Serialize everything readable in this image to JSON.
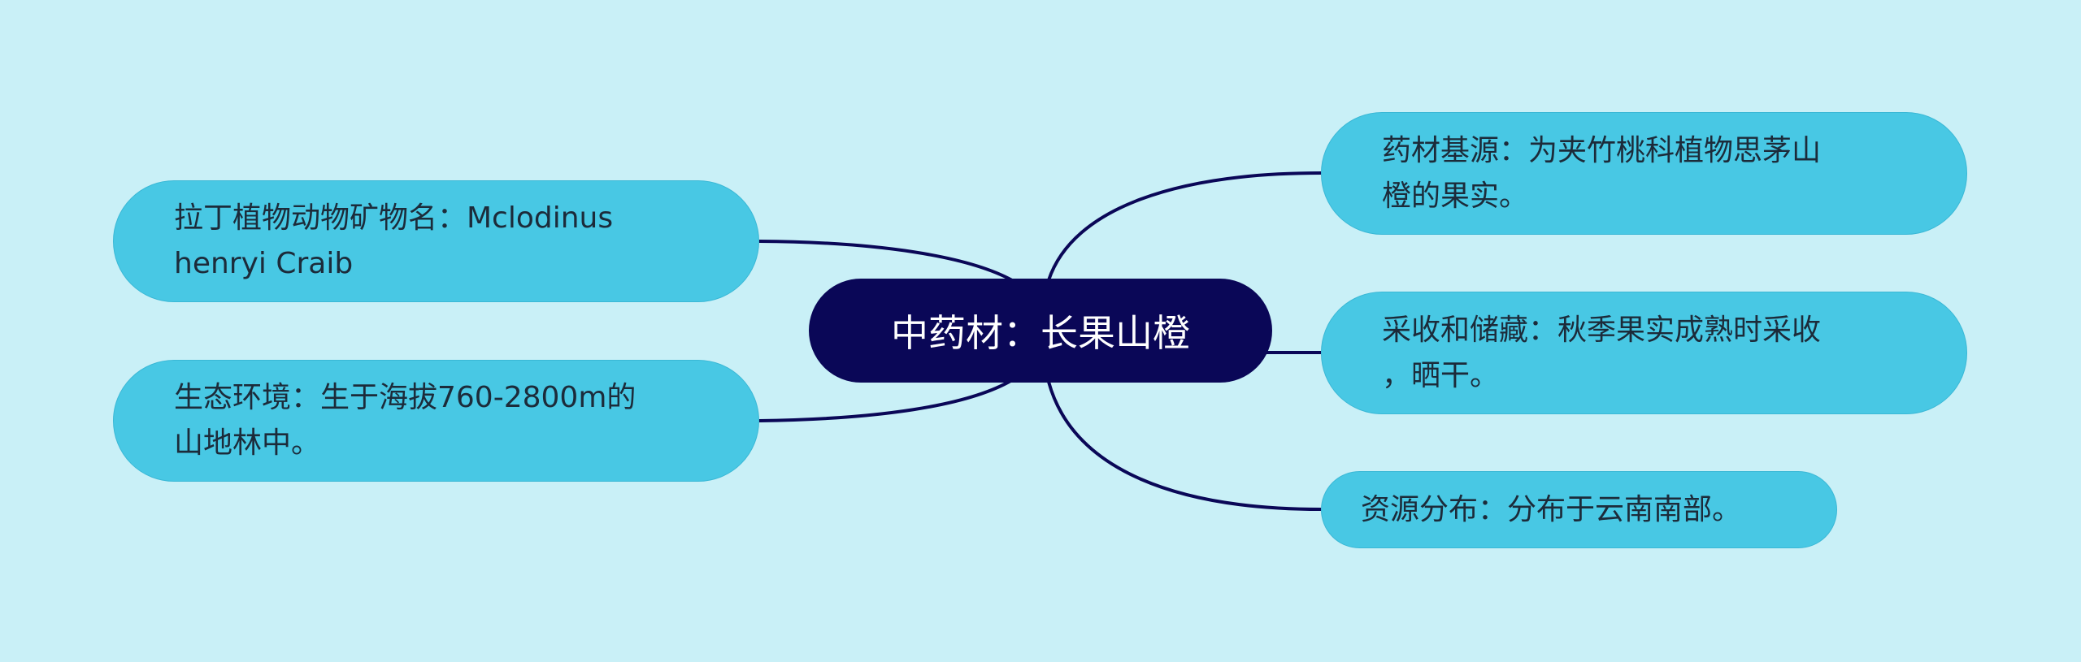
{
  "diagram": {
    "center": {
      "label": "中药材：长果山橙"
    },
    "nodes": {
      "left1": {
        "text": "拉丁植物动物矿物名：Mclodinus\nhenryi Craib"
      },
      "left2": {
        "text": "生态环境：生于海拔760-2800m的\n山地林中。"
      },
      "right1": {
        "text": "药材基源：为夹竹桃科植物思茅山\n橙的果实。"
      },
      "right2": {
        "text": "采收和储藏：秋季果实成熟时采收\n，晒干。"
      },
      "right3": {
        "text": "资源分布：分布于云南南部。"
      }
    },
    "colors": {
      "background": "#c9f0f7",
      "center_fill": "#0a0757",
      "node_fill": "#48c8e4",
      "connector": "#0a0757"
    }
  }
}
